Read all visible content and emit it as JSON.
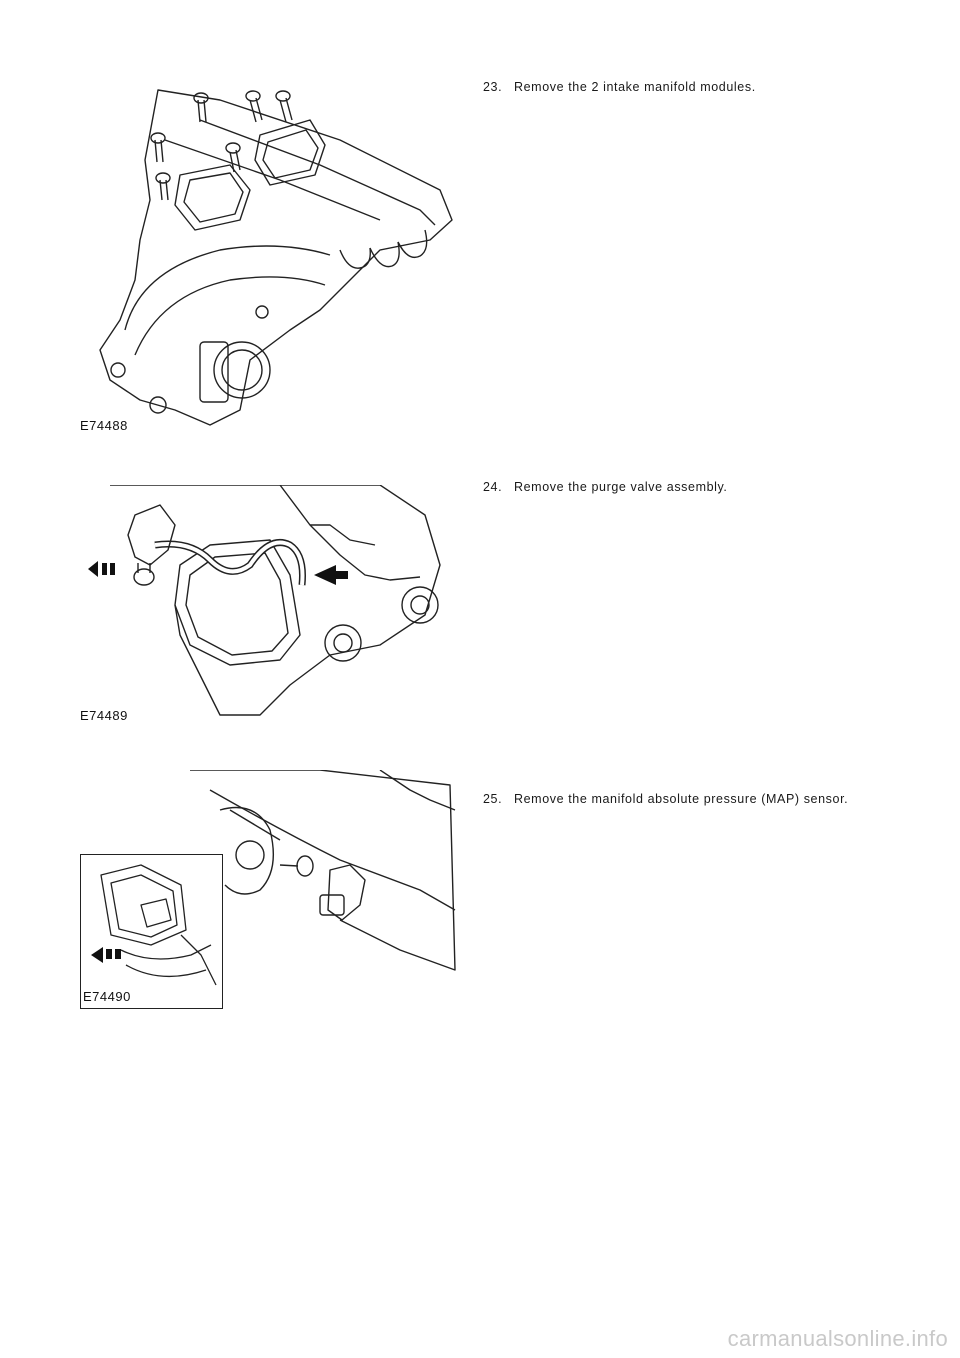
{
  "steps": [
    {
      "number": "23.",
      "text": "Remove the 2 intake manifold modules.",
      "figure_id": "E74488"
    },
    {
      "number": "24.",
      "text": "Remove the purge valve assembly.",
      "figure_id": "E74489"
    },
    {
      "number": "25.",
      "text": "Remove the manifold absolute pressure (MAP) sensor.",
      "figure_id": "E74490"
    }
  ],
  "footer": {
    "watermark": "carmanualsonline.info"
  }
}
